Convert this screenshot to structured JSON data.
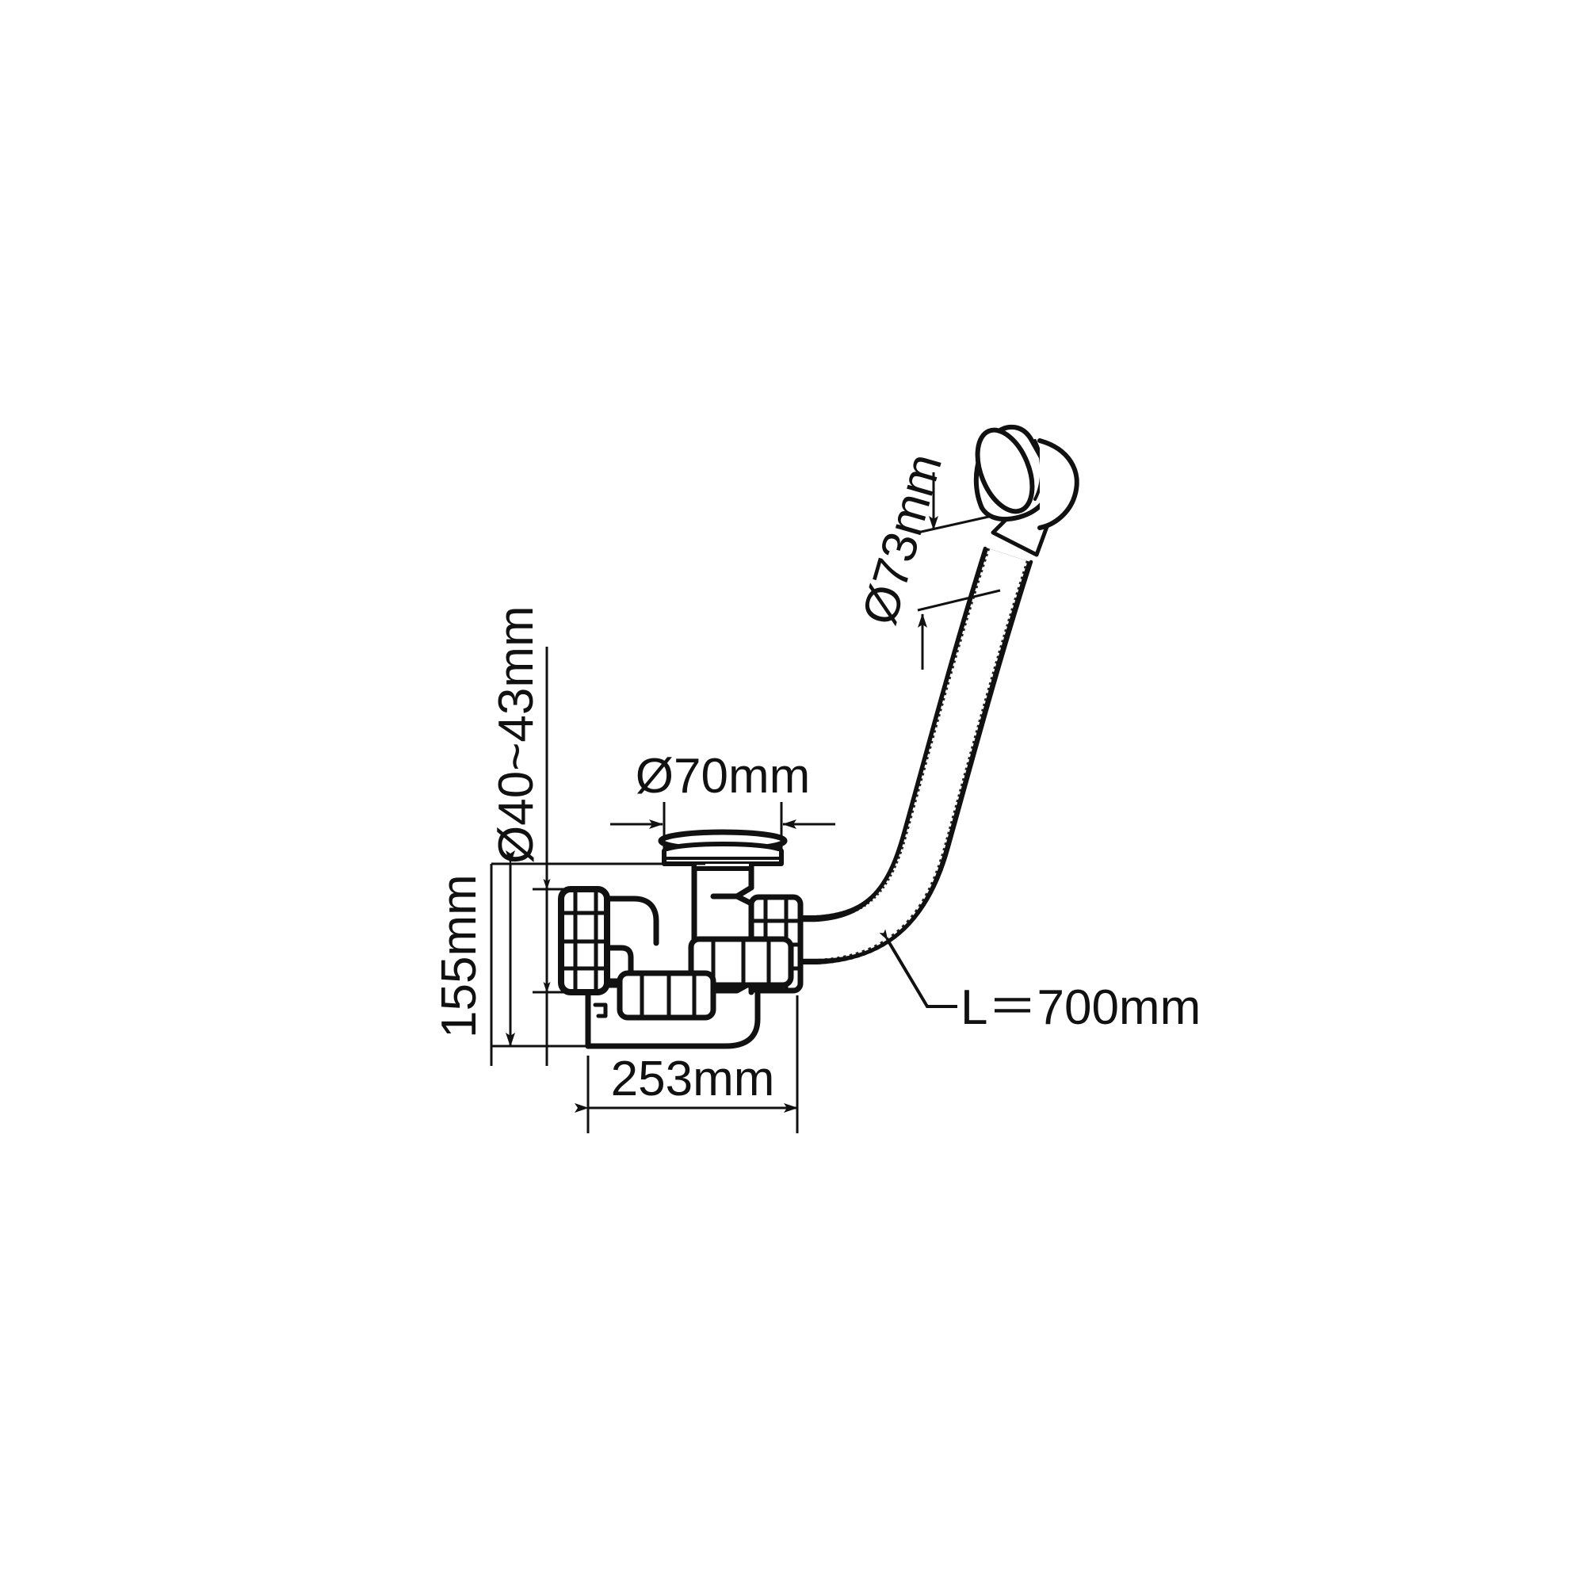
{
  "document": {
    "type": "technical-drawing",
    "subject": "Bath waste and overflow trap assembly",
    "background_color": "#ffffff",
    "line_color": "#111111",
    "text_color": "#111111"
  },
  "dimensions": {
    "outlet_diameter": {
      "label": "Ø40~43mm",
      "orientation": "vertical-90",
      "description": "Outlet pipe diameter range at left vertical extension line"
    },
    "waste_flange_diameter": {
      "label": "Ø70mm",
      "orientation": "horizontal",
      "description": "Waste flange / plug hole diameter, arrows pointing inward"
    },
    "overflow_cap_diameter": {
      "label": "Ø73mm",
      "orientation": "rotated-tilted",
      "description": "Overflow cover cap diameter, arrows pointing inward"
    },
    "body_height": {
      "label": "155mm",
      "orientation": "vertical-90",
      "description": "Overall height from waste flange top face to trap base"
    },
    "body_length": {
      "label": "253mm",
      "orientation": "horizontal",
      "description": "Overall length from overflow elbow face to hose nut face"
    },
    "hose_length": {
      "label": "L＝700mm",
      "orientation": "horizontal",
      "description": "Flexible corrugated overflow hose length, leader line to hose"
    }
  },
  "parts": [
    {
      "name": "overflow-cover-cap",
      "description": "Elliptical chrome overflow cover cap at top right"
    },
    {
      "name": "flexible-corrugated-hose",
      "description": "Ribbed flexible overflow hose curving from cap down to waste body"
    },
    {
      "name": "hose-connector-nut",
      "description": "Knurled nut joining hose to waste body"
    },
    {
      "name": "waste-body",
      "description": "Central waste trap body"
    },
    {
      "name": "waste-flange",
      "description": "Stacked flange and gasket rings at top of waste body"
    },
    {
      "name": "waste-outlet-collar",
      "description": "Ribbed collar below waste body"
    },
    {
      "name": "trap-outlet-pipe",
      "description": "Curved outlet pipe running to the left along the base"
    },
    {
      "name": "overflow-elbow",
      "description": "Left 90-degree overflow elbow"
    },
    {
      "name": "overflow-access-nut",
      "description": "Ribbed access nut on the left face of the elbow"
    },
    {
      "name": "overflow-elbow-collar",
      "description": "Ribbed collar beneath the overflow elbow"
    }
  ]
}
